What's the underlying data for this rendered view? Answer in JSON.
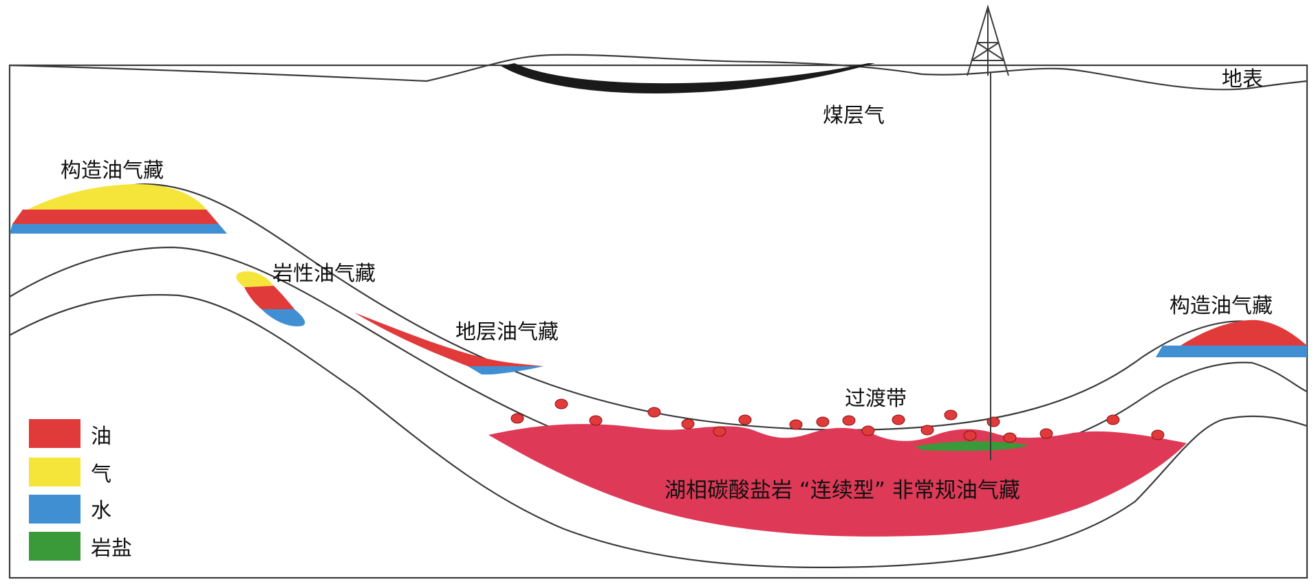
{
  "labels": {
    "surface": "地表",
    "coalbed_gas": "煤层气",
    "structural_reservoir_left": "构造油气藏",
    "lithologic_reservoir": "岩性油气藏",
    "stratigraphic_reservoir": "地层油气藏",
    "structural_reservoir_right": "构造油气藏",
    "transition_zone": "过渡带",
    "continuous_reservoir": "湖相碳酸盐岩 “连续型” 非常规油气藏"
  },
  "legend": {
    "items": [
      {
        "label": "油",
        "color": "#e03a3a"
      },
      {
        "label": "气",
        "color": "#f5e53a"
      },
      {
        "label": "水",
        "color": "#3f8fd2"
      },
      {
        "label": "岩盐",
        "color": "#3a9a3a"
      }
    ]
  },
  "colors": {
    "oil": "#e03a3a",
    "gas": "#f5e53a",
    "water": "#3f8fd2",
    "salt": "#3a9a3a",
    "carbonate_body": "#de3a57",
    "coal": "#1a1a1a",
    "line": "#3a3a3a"
  }
}
